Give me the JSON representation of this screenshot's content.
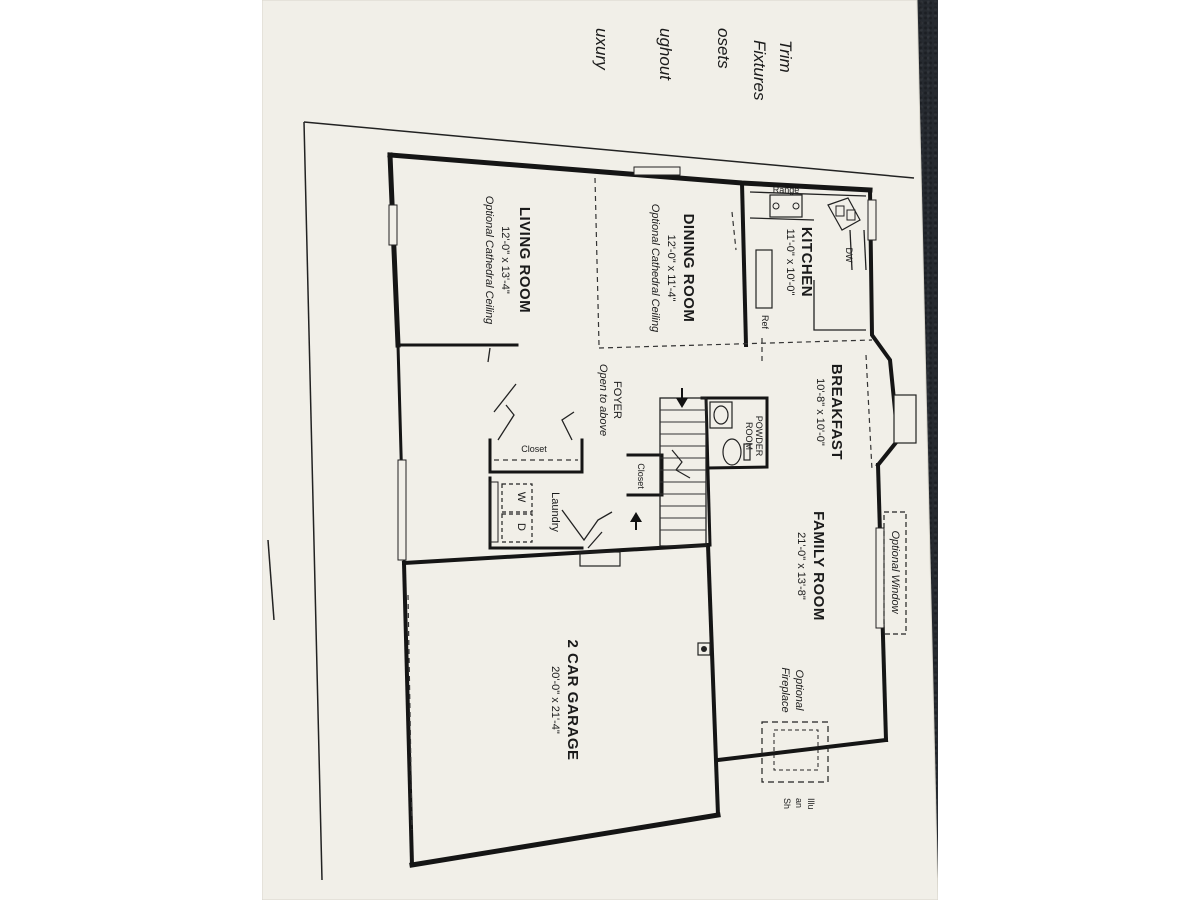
{
  "margin_notes": [
    "Trim",
    "Fixtures",
    "osets",
    "ughout",
    "uxury"
  ],
  "rooms": {
    "living": {
      "name": "LIVING ROOM",
      "dims": "12'-0\" x 13'-4\"",
      "note": "Optional Cathedral Ceiling"
    },
    "dining": {
      "name": "DINING ROOM",
      "dims": "12'-0\" x 11'-4\"",
      "note": "Optional Cathedral Ceiling"
    },
    "kitchen": {
      "name": "KITCHEN",
      "dims": "11'-0\" x 10'-0\""
    },
    "breakfast": {
      "name": "BREAKFAST",
      "dims": "10'-8\" x 10'-0\""
    },
    "family": {
      "name": "FAMILY ROOM",
      "dims": "21'-0\" x 13'-8\""
    },
    "garage": {
      "name": "2 CAR GARAGE",
      "dims": "20'-0\" x 21'-4\""
    },
    "foyer": {
      "name": "FOYER",
      "note": "Open to above"
    },
    "powder": {
      "name": "POWDER",
      "name2": "ROOM"
    },
    "closet_main": "Closet",
    "closet_stair": "Closet",
    "laundry": "Laundry"
  },
  "fixtures": {
    "range": "Range",
    "dw": "DW",
    "ref": "Ref",
    "washer": "W",
    "dryer": "D"
  },
  "optional": {
    "window": "Optional Window",
    "fireplace_line1": "Optional",
    "fireplace_line2": "Fireplace"
  },
  "edge_text": [
    "Illu",
    "an",
    "Sh"
  ]
}
